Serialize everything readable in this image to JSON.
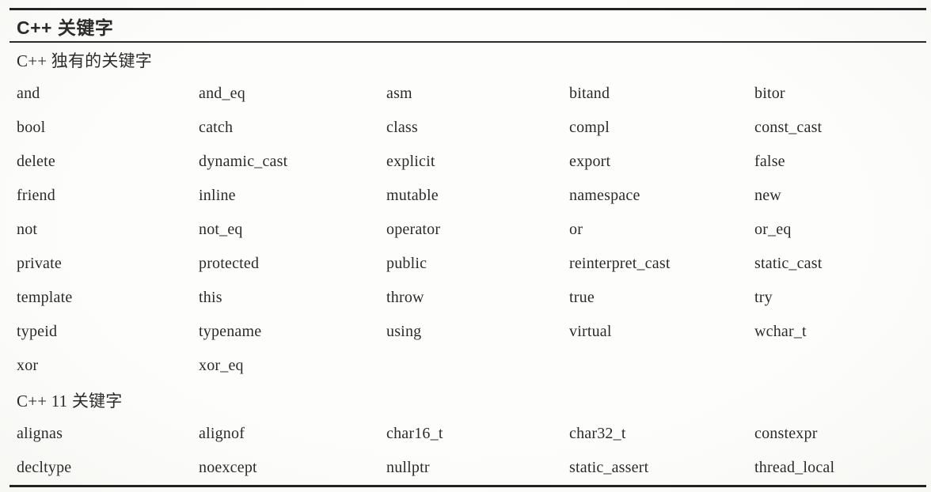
{
  "table": {
    "title": "C++ 关键字",
    "sections": [
      {
        "label": "C++ 独有的关键字",
        "rows": [
          [
            "and",
            "and_eq",
            "asm",
            "bitand",
            "bitor"
          ],
          [
            "bool",
            "catch",
            "class",
            "compl",
            "const_cast"
          ],
          [
            "delete",
            "dynamic_cast",
            "explicit",
            "export",
            "false"
          ],
          [
            "friend",
            "inline",
            "mutable",
            "namespace",
            "new"
          ],
          [
            "not",
            "not_eq",
            "operator",
            "or",
            "or_eq"
          ],
          [
            "private",
            "protected",
            "public",
            "reinterpret_cast",
            "static_cast"
          ],
          [
            "template",
            "this",
            "throw",
            "true",
            "try"
          ],
          [
            "typeid",
            "typename",
            "using",
            "virtual",
            "wchar_t"
          ],
          [
            "xor",
            "xor_eq",
            "",
            "",
            ""
          ]
        ]
      },
      {
        "label": "C++ 11 关键字",
        "rows": [
          [
            "alignas",
            "alignof",
            "char16_t",
            "char32_t",
            "constexpr"
          ],
          [
            "decltype",
            "noexcept",
            "nullptr",
            "static_assert",
            "thread_local"
          ]
        ]
      }
    ]
  },
  "colors": {
    "background": "#fcfcfa",
    "text": "#2b2b2b",
    "rule": "#222222"
  }
}
